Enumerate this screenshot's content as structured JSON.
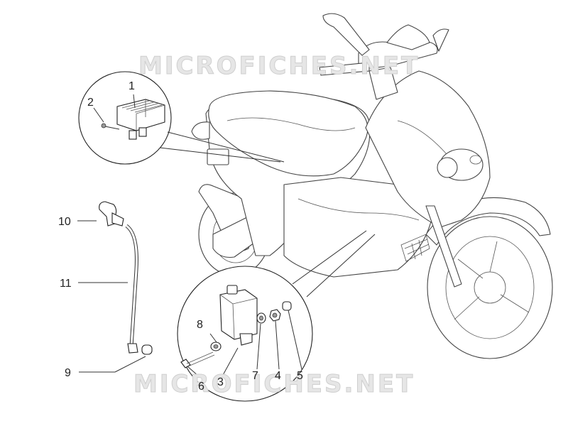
{
  "watermarks": {
    "top": "MICROFICHES.NET",
    "bottom": "MICROFICHES.NET"
  },
  "callouts": [
    {
      "id": "1",
      "text": "1"
    },
    {
      "id": "2",
      "text": "2"
    },
    {
      "id": "3",
      "text": "3"
    },
    {
      "id": "4",
      "text": "4"
    },
    {
      "id": "5",
      "text": "5"
    },
    {
      "id": "6",
      "text": "6"
    },
    {
      "id": "7",
      "text": "7"
    },
    {
      "id": "8",
      "text": "8"
    },
    {
      "id": "9",
      "text": "9"
    },
    {
      "id": "10",
      "text": "10"
    },
    {
      "id": "11",
      "text": "11"
    }
  ]
}
